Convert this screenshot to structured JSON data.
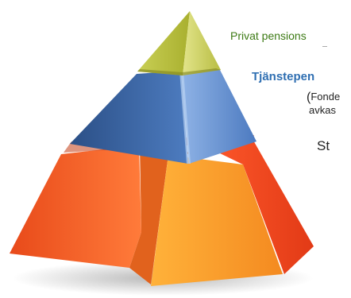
{
  "labels": {
    "top": "Privat pensions",
    "middle": "Tjänstepen",
    "middle_sub_paren": "(",
    "middle_sub1": "Fonde",
    "middle_sub2": "avkas",
    "bottom": "St"
  },
  "colors": {
    "top_tier": "#a7b23a",
    "middle_tier": "#4e7fc0",
    "bottom_tier": "#f26a2b",
    "top_label": "#3c7a14",
    "middle_label": "#2f6fb2"
  }
}
